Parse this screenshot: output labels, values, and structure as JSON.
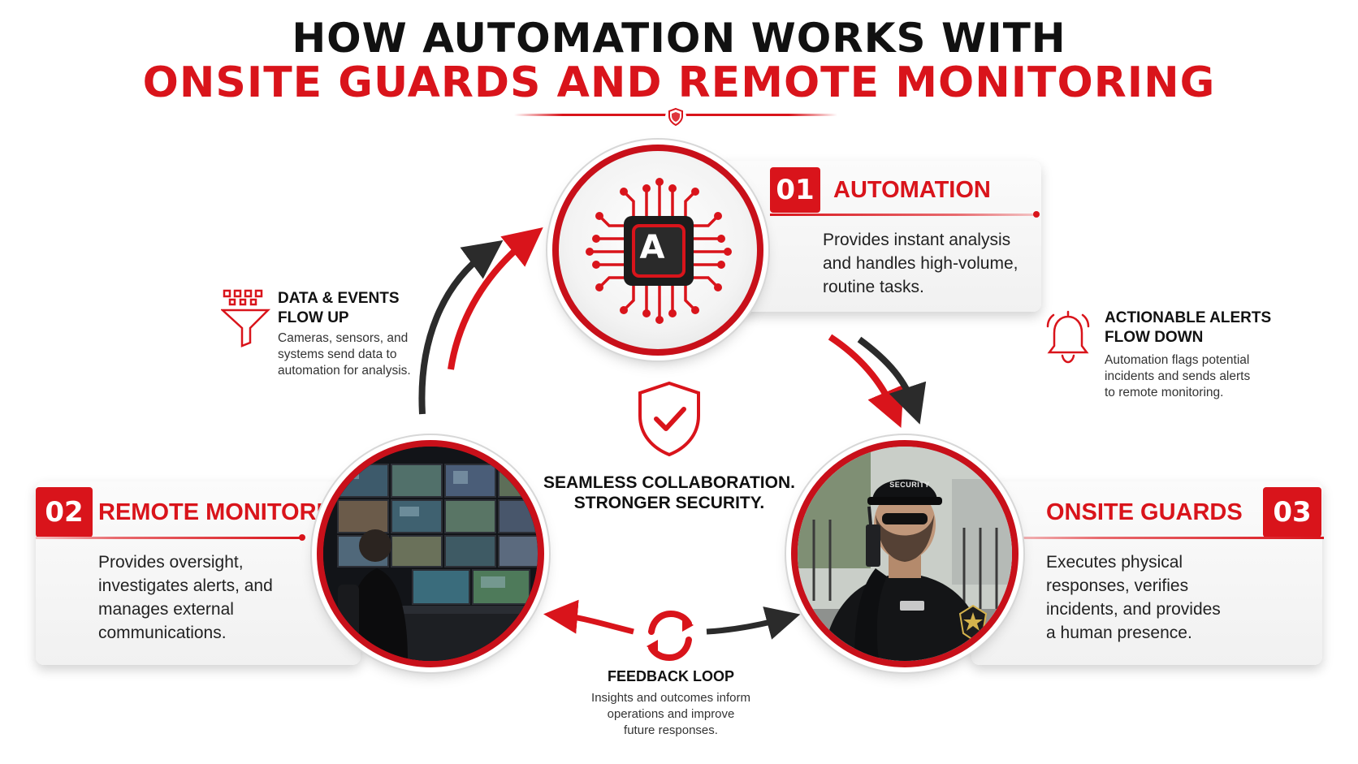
{
  "header": {
    "title_line1": "HOW AUTOMATION WORKS WITH",
    "title_line2": "ONSITE GUARDS AND REMOTE MONITORING"
  },
  "automation": {
    "number": "01",
    "title": "AUTOMATION",
    "description_lines": [
      "Provides instant analysis",
      "and handles high-volume,",
      "routine tasks."
    ],
    "chip_letter": "A"
  },
  "remote_monitoring": {
    "number": "02",
    "title": "REMOTE MONITORING",
    "description_lines": [
      "Provides oversight,",
      "investigates alerts, and",
      "manages external",
      "communications."
    ]
  },
  "onsite_guards": {
    "number": "03",
    "title": "ONSITE GUARDS",
    "description_lines": [
      "Executes physical",
      "responses, verifies",
      "incidents, and provides",
      "a human presence."
    ],
    "cap_text": "SECURITY"
  },
  "data_flow": {
    "title_lines": [
      "DATA & EVENTS",
      "FLOW UP"
    ],
    "description_lines": [
      "Cameras, sensors, and",
      "systems send data to",
      "automation for analysis."
    ]
  },
  "alerts_flow": {
    "title_lines": [
      "ACTIONABLE ALERTS",
      "FLOW DOWN"
    ],
    "description_lines": [
      "Automation flags potential",
      "incidents and sends alerts",
      "to remote monitoring."
    ]
  },
  "center": {
    "lines": [
      "SEAMLESS COLLABORATION.",
      "STRONGER SECURITY."
    ]
  },
  "feedback": {
    "title": "FEEDBACK LOOP",
    "description_lines": [
      "Insights and outcomes inform",
      "operations and improve",
      "future responses."
    ]
  },
  "colors": {
    "accent_red": "#d9141b",
    "dark_arrow": "#2b2b2b",
    "text_dark": "#111111"
  },
  "icons": [
    "shield-icon",
    "chip-icon",
    "funnel-icon",
    "bell-icon",
    "shield-check-icon",
    "refresh-icon"
  ]
}
